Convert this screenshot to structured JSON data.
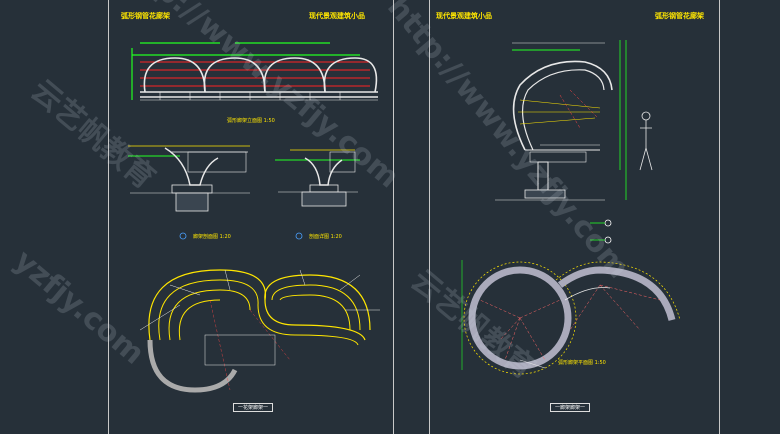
{
  "left_sheet": {
    "title_left": "弧形钢管花廊架",
    "title_right": "现代景观建筑小品",
    "label_elevation": "弧形廊架立面图 1:50",
    "label_section_a": "廊架剖面图 1:20",
    "label_section_b": "剖面详图 1:20",
    "footer": "一花架廊架一"
  },
  "right_sheet": {
    "title_left": "现代景观建筑小品",
    "title_right": "弧形钢管花廊架",
    "label_plan": "弧形廊架平面图 1:50",
    "footer": "一廊架廊架一"
  },
  "watermarks": [
    "http://www.yzfjy.com",
    "云艺帆教育",
    "yzfjy.com",
    "http://www.yzfjy.com",
    "云艺帆教育"
  ],
  "colors": {
    "background": "#263039",
    "yellow": "#ffe600",
    "green": "#22ff22",
    "red": "#ff2222",
    "white": "#e8e8e8"
  }
}
